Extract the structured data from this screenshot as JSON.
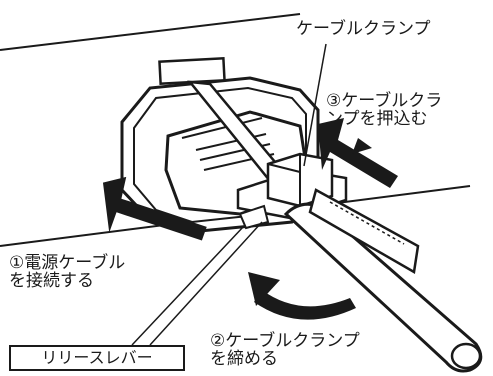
{
  "labels": {
    "cable_clamp": "ケーブルクランプ",
    "push_clamp_line1": "③ケーブルクラ",
    "push_clamp_line2": "ンプを押込む",
    "connect_cable_line1": "①電源ケーブル",
    "connect_cable_line2": "を接続する",
    "tighten_clamp_line1": "②ケーブルクランプ",
    "tighten_clamp_line2": "を締める",
    "release_lever": "リリースレバー"
  },
  "colors": {
    "ink": "#1a1a1a",
    "background": "#ffffff",
    "connector_fill": "#ffffff"
  },
  "icons": {
    "insert_arrows": "thick-arrow-up-right",
    "push_arrow": "thick-arrow-up-right",
    "tighten_arrow": "curved-arrow"
  }
}
